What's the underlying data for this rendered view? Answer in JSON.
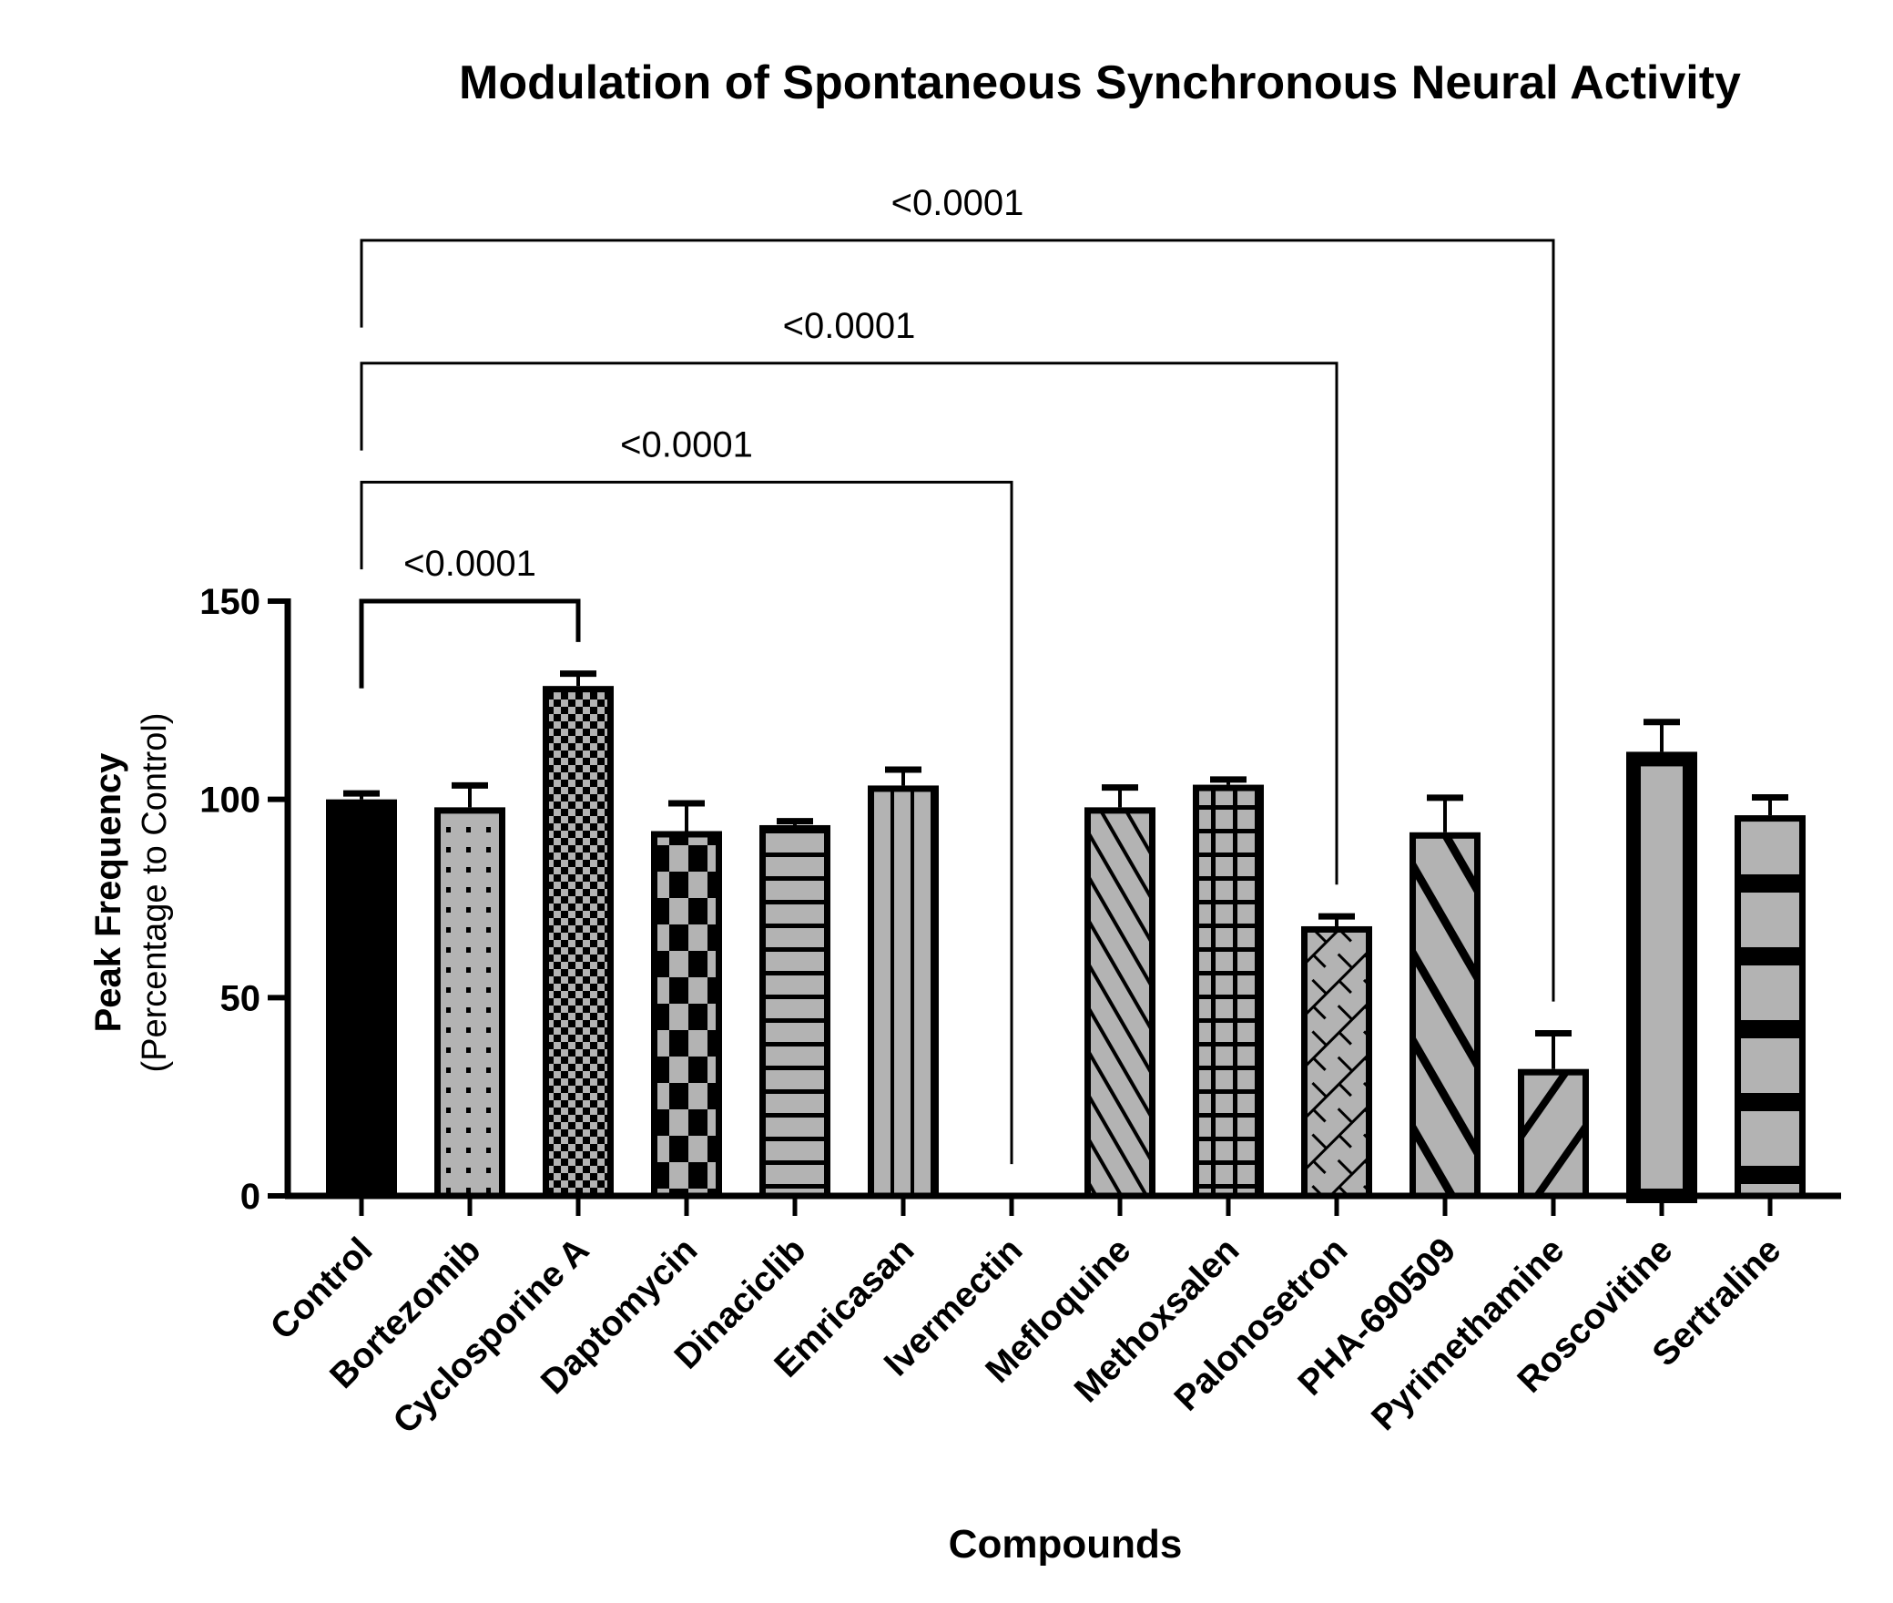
{
  "chart_data": {
    "type": "bar",
    "title": "Modulation of Spontaneous Synchronous Neural Activity",
    "xlabel": "Compounds",
    "ylabel": "Peak Frequency",
    "ylabel_sub": "(Percentage to Control)",
    "ylim": [
      0,
      150
    ],
    "yticks": [
      "0",
      "50",
      "100",
      "150"
    ],
    "grid": false,
    "legend": "none",
    "categories": [
      "Control",
      "Bortezomib",
      "Cyclosporine A",
      "Daptomycin",
      "Dinaciclib",
      "Emricasan",
      "Ivermectin",
      "Mefloquine",
      "Methoxsalen",
      "Palonosetron",
      "PHA-690509",
      "Pyrimethamine",
      "Roscovitine",
      "Sertraline"
    ],
    "values": [
      100,
      98,
      128.6,
      92,
      93.5,
      103.5,
      0,
      98,
      103.7,
      68,
      91.7,
      32,
      112,
      96
    ],
    "error_upper": [
      1.5,
      5.5,
      3.1,
      7,
      1,
      4,
      0,
      5,
      1.3,
      2.5,
      8.7,
      9,
      7.5,
      4.5
    ],
    "fill_patterns": [
      "solid-black",
      "dots",
      "fine-checker",
      "large-checker",
      "horizontal-stripes",
      "vertical-stripes",
      "none",
      "diagonal-stripes",
      "grid",
      "lattice",
      "thick-diagonal",
      "thick-diagonal-reverse",
      "thick-border",
      "thick-horizontal-bands"
    ],
    "colors": {
      "bar_fill": "#b3b3b3",
      "ink": "#000000"
    },
    "annotations": [
      {
        "from": "Control",
        "to": "Cyclosporine A",
        "level": 150,
        "label": "<0.0001"
      },
      {
        "from": "Control",
        "to": "Ivermectin",
        "level": 180,
        "label": "<0.0001"
      },
      {
        "from": "Control",
        "to": "Palonosetron",
        "level": 210,
        "label": "<0.0001"
      },
      {
        "from": "Control",
        "to": "Pyrimethamine",
        "level": 241,
        "label": "<0.0001"
      }
    ]
  }
}
